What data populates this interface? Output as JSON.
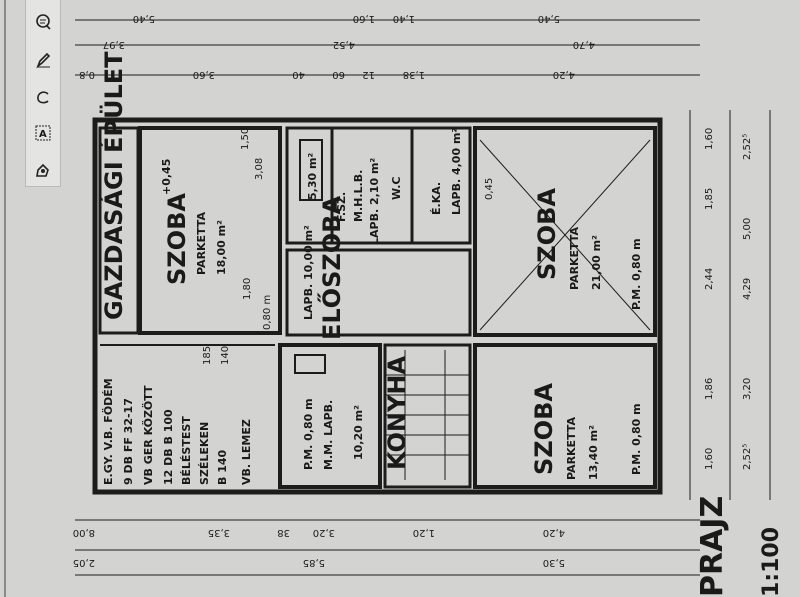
{
  "toolbar": {
    "tools": [
      {
        "icon": "comment-icon"
      },
      {
        "icon": "pen-icon"
      },
      {
        "icon": "lasso-icon"
      },
      {
        "icon": "text-box-icon"
      },
      {
        "icon": "stamp-icon"
      }
    ]
  },
  "plan": {
    "rooms": {
      "gazdasagi": "GAZDASÁGI ÉPÜLET",
      "szoba1": {
        "name": "SZOBA",
        "floor": "PARKETTA",
        "area": "18,00 m²",
        "extra": "+0,45"
      },
      "fsz": {
        "name": "F.SZ.",
        "sub": "M.H.L.B.",
        "area": "5,30 m²"
      },
      "wc": {
        "name": "W.C",
        "sub": "LAPB. 2,10 m²"
      },
      "eka": {
        "name": "É.KA.",
        "sub": "LAPB. 4,00 m²"
      },
      "szoba2": {
        "name": "SZOBA",
        "floor": "PARKETTA",
        "area": "21,00 m²",
        "pm": "P.M. 0,80 m"
      },
      "eloszoba": {
        "name": "ELŐSZOBA",
        "sub": "LAPB. 10,00 m²"
      },
      "konyha": {
        "name": "KONYHA",
        "sub": "M.M. LAPB.",
        "area": "10,20 m²",
        "pm": "P.M. 0,80 m"
      },
      "szoba3": {
        "name": "SZOBA",
        "floor": "PARKETTA",
        "area": "13,40 m²",
        "pm": "P.M. 0,80 m"
      }
    },
    "notes": [
      "E.GY. V.B. FÖDÉM",
      "9 DB FF 32-17",
      "VB GER KÖZÖTT",
      "12 DB B 100",
      "BÉLÉSTEST",
      "SZÉLEKEN",
      "B 140",
      "VB. LEMEZ"
    ],
    "title": "PRAJZ",
    "scale": "1:100",
    "dims_top1": [
      "5,40",
      "1,60",
      "1,40",
      "5,40"
    ],
    "dims_top2": [
      "3,97",
      "4,52",
      "4,70"
    ],
    "dims_top3": [
      "0,8",
      "3,60",
      "40",
      "60",
      "12",
      "1,38",
      "4,20"
    ],
    "dims_right1": [
      "1,60",
      "1,85",
      "2,44",
      "1,86",
      "1,60"
    ],
    "dims_right2": [
      "2,52⁵",
      "5,00",
      "4,29",
      "3,20",
      "2,52⁵"
    ],
    "dims_bottom1": [
      "8,00",
      "3,35",
      "38",
      "3,20",
      "1,20",
      "4,20"
    ],
    "dims_bottom2": [
      "2,05",
      "5,85",
      "5,30"
    ],
    "misc": [
      "1,80",
      "3,08",
      "1,50",
      "185",
      "140",
      "0,80 m",
      "0,45"
    ]
  }
}
